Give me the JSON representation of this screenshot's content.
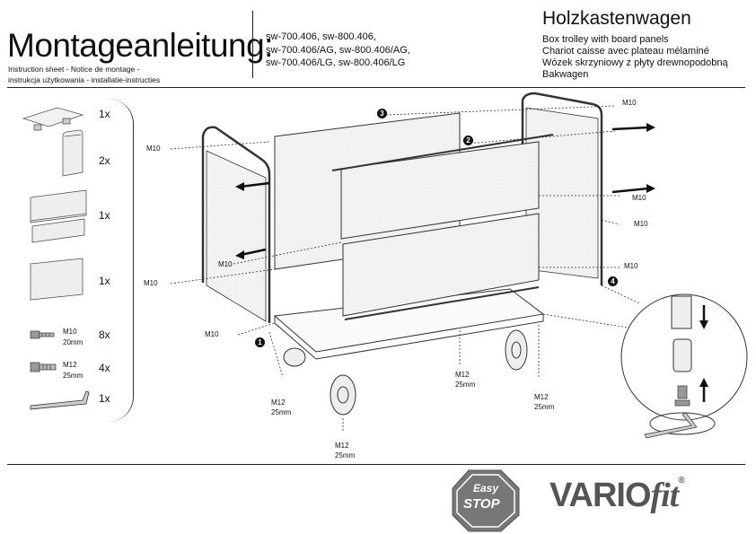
{
  "header": {
    "title": "Montageanleitung:",
    "subtitle_line1": "Instruction sheet - Notice de montage -",
    "subtitle_line2": "instrukcja użytkowania - installatie-instructies",
    "models": [
      "sw-700.406, sw-800.406,",
      "sw-700.406/AG, sw-800.406/AG,",
      "sw-700.406/LG, sw-800.406/LG"
    ],
    "product_name": "Holzkastenwagen",
    "translations": [
      "Box trolley with board panels",
      "Chariot caisse avec plateau mélaminé",
      "Wózek skrzyniowy z płyty drewnopodobną",
      "Bakwagen"
    ]
  },
  "parts": [
    {
      "icon": "trolley-base-icon",
      "qty": "1x"
    },
    {
      "icon": "side-frame-icon",
      "qty": "2x"
    },
    {
      "icon": "long-panel-double-icon",
      "qty": "1x"
    },
    {
      "icon": "long-panel-single-icon",
      "qty": "1x"
    },
    {
      "icon": "bolt-m10-icon",
      "size": "M10",
      "length": "20mm",
      "qty": "8x"
    },
    {
      "icon": "bolt-m12-icon",
      "size": "M12",
      "length": "25mm",
      "qty": "4x"
    },
    {
      "icon": "allen-key-icon",
      "qty": "1x"
    }
  ],
  "diagram": {
    "steps": [
      "1",
      "2",
      "3",
      "4"
    ],
    "labels": {
      "m10": "M10",
      "m12": "M12",
      "mm25": "25mm"
    }
  },
  "logos": {
    "easy_stop_top": "Easy",
    "easy_stop_bottom": "STOP",
    "vario": "VARIO",
    "fit": "fit",
    "registered": "®"
  }
}
